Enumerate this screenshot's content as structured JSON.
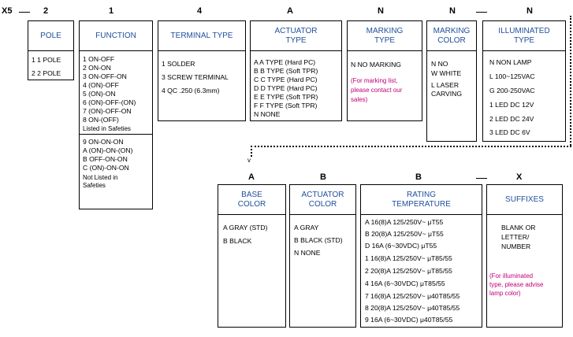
{
  "top_codes": {
    "prefix": "X5",
    "c1": "2",
    "c2": "1",
    "c3": "4",
    "c4": "A",
    "c5": "N",
    "c6": "N",
    "c7": "N"
  },
  "pole": {
    "title": "POLE",
    "items": [
      "1  1 POLE",
      "2  2 POLE"
    ]
  },
  "function": {
    "title": "FUNCTION",
    "items": [
      "1  ON-OFF",
      "2  ON-ON",
      "3  ON-OFF-ON",
      "4  (ON)-OFF",
      "5  (ON)-ON",
      "6  (ON)-OFF-(ON)",
      "7  (ON)-OFF-ON",
      "8  ON-(OFF)"
    ],
    "listed": "Listed in Safeties",
    "items2": [
      "9   ON-ON-ON",
      "A   (ON)-ON-(ON)",
      "B   OFF-ON-ON",
      "C   (ON)-ON-ON"
    ],
    "not_listed_1": "Not Listed in",
    "not_listed_2": "Safeties"
  },
  "terminal": {
    "title": "TERMINAL TYPE",
    "items": [
      "1   SOLDER",
      "3   SCREW TERMINAL",
      "4   QC .250 (6.3mm)"
    ]
  },
  "actuator_type": {
    "title1": "ACTUATOR",
    "title2": "TYPE",
    "items": [
      "A   A TYPE (Hard PC)",
      "B   B TYPE (Soft TPR)",
      "C   C TYPE (Hard PC)",
      "D   D TYPE (Hard PC)",
      "E   E TYPE (Soft TPR)",
      "F   F TYPE (Soft TPR)",
      "N   NONE"
    ]
  },
  "marking_type": {
    "title1": "MARKING",
    "title2": "TYPE",
    "item": "N   NO MARKING",
    "note1": "(For marking list,",
    "note2": "please contact our",
    "note3": "sales)"
  },
  "marking_color": {
    "title1": "MARKING",
    "title2": "COLOR",
    "items": [
      "N   NO",
      "W  WHITE",
      "L   LASER",
      "     CARVING"
    ]
  },
  "illuminated": {
    "title1": "ILLUMINATED",
    "title2": "TYPE",
    "items": [
      "N     NON LAMP",
      "L      100~125VAC",
      "G     200-250VAC",
      "1      LED  DC  12V",
      "2      LED  DC  24V",
      "3      LED  DC  6V"
    ]
  },
  "bottom_codes": {
    "c1": "A",
    "c2": "B",
    "c3": "B",
    "c4": "X"
  },
  "base_color": {
    "title1": "BASE",
    "title2": "COLOR",
    "items": [
      "A    GRAY (STD)",
      "B    BLACK"
    ]
  },
  "actuator_color": {
    "title1": "ACTUATOR",
    "title2": "COLOR",
    "items": [
      "A    GRAY",
      "B    BLACK (STD)",
      "N    NONE"
    ]
  },
  "rating": {
    "title1": "RATING",
    "title2": "TEMPERATURE",
    "items": [
      "A  16(8)A 125/250V~ μT55",
      "B   20(8)A 125/250V~ μT55",
      "D   16A (6~30VDC) μT55",
      "1   16(8)A 125/250V~ μT85/55",
      "2   20(8)A 125/250V~ μT85/55",
      "4   16A (6~30VDC) μT85/55",
      "7   16(8)A 125/250V~ μ40T85/55",
      "8   20(8)A 125/250V~ μ40T85/55",
      "9   16A (6~30VDC) μ40T85/55"
    ]
  },
  "suffixes": {
    "title": "SUFFIXES",
    "items": [
      "BLANK OR",
      "LETTER/",
      "NUMBER"
    ],
    "note1": "(For illuminated",
    "note2": "type, please advise",
    "note3": "lamp color)"
  },
  "arrow_glyph": "v"
}
